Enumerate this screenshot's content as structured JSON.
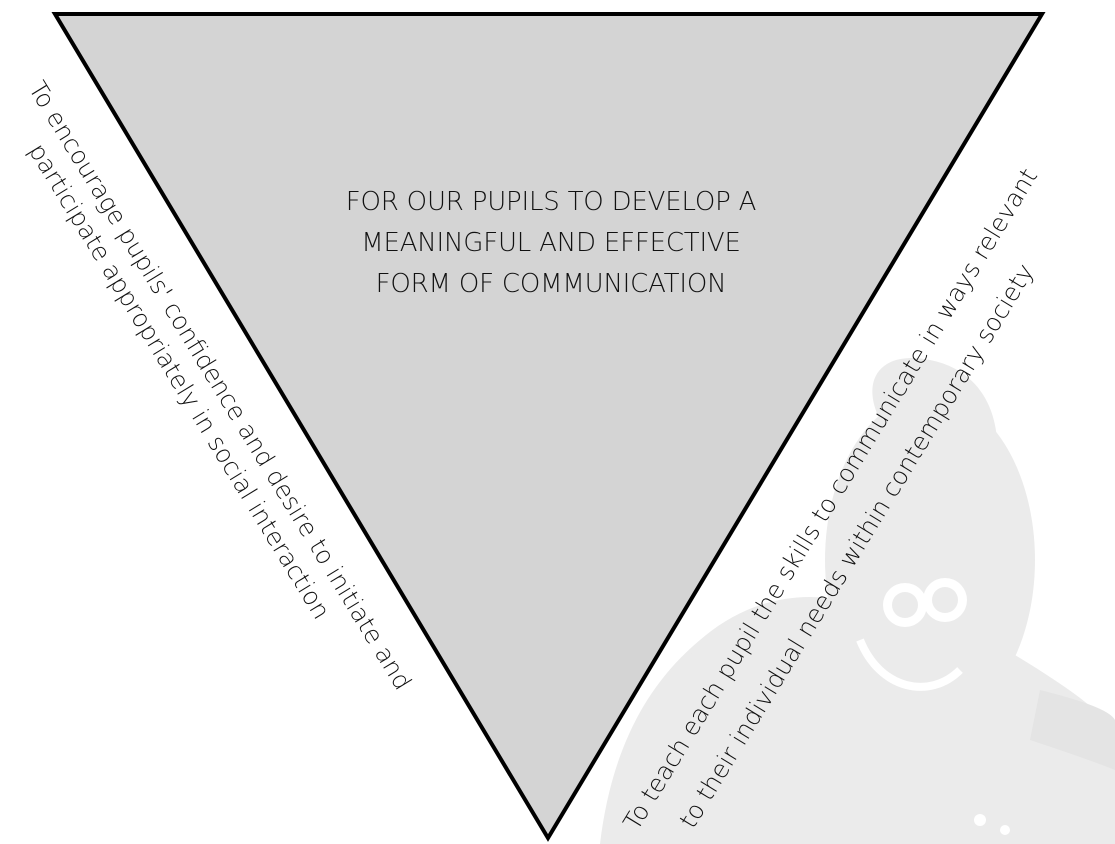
{
  "colors": {
    "triangle_fill": "#d4d4d4",
    "triangle_stroke": "#000000",
    "watermark": "#ebebeb",
    "text": "#111111"
  },
  "watermark": {
    "icon": "mascot-figure-icon"
  },
  "triangle": {
    "lines": [
      "FOR OUR PUPILS TO DEVELOP A",
      "MEANINGFUL AND EFFECTIVE",
      "FORM OF COMMUNICATION"
    ]
  },
  "left_side": {
    "lines": [
      "To encourage pupils' confidence and desire to initiate and",
      "participate appropriately in social interaction"
    ]
  },
  "right_side": {
    "lines": [
      "To teach each pupil the skills to communicate in ways relevant",
      "to their individual needs within contemporary society"
    ]
  }
}
